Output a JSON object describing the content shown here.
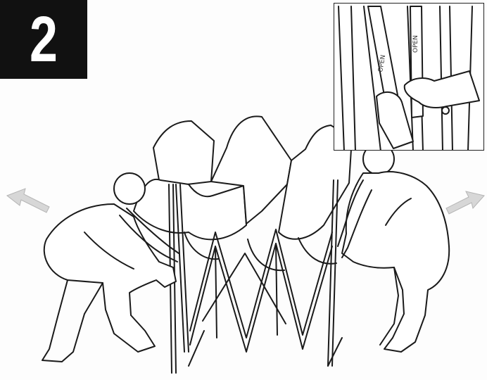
{
  "step": {
    "number": "2"
  },
  "inset": {
    "tags": [
      "OPEN",
      "OPEN"
    ]
  },
  "colors": {
    "ink": "#1a1a1a",
    "badge_bg": "#111111",
    "arrow": "#d7d7d7"
  },
  "icons": {
    "left_arrow": "arrow-left-icon",
    "right_arrow": "arrow-right-icon"
  }
}
